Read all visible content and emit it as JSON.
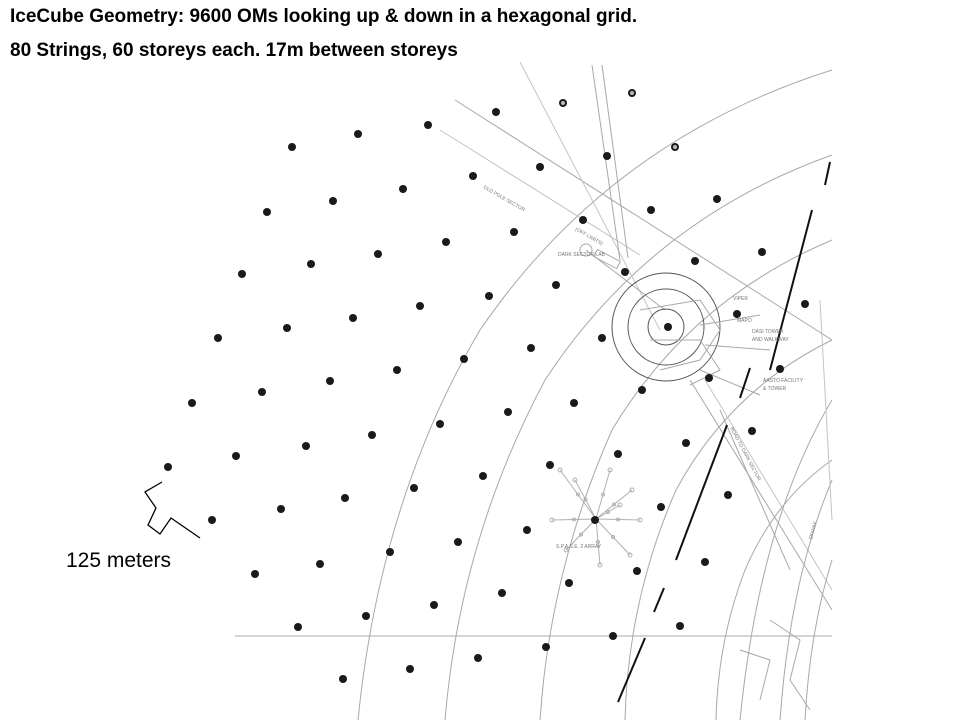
{
  "title_line1": "IceCube Geometry: 9600 OMs looking up & down in a hexagonal grid.",
  "title_line2": "80 Strings, 60 storeys each. 17m between storeys",
  "scale_label": "125 meters",
  "map_labels": {
    "old_pole_sector": "OLD POLE SECTOR",
    "off_limits": "(OFF LIMITS)",
    "dark_sector_lab": "DARK SECTOR LAB",
    "viper": "VIPER",
    "mapo": "MAPO",
    "dasi_tower": "DASI TOWER",
    "walkway": "AND WALKWAY",
    "aasto": "AASTO FACILITY",
    "aasto2": "& TOWER",
    "road": "ROAD TO DARK SECTOR",
    "spase": "S.P.A.S.E. 2 ARRAY",
    "skiway": "SKIWAY"
  },
  "colors": {
    "dot": "#1a1a1a",
    "map_line": "#9a9a9a",
    "map_line_light": "#c4c4c4"
  }
}
